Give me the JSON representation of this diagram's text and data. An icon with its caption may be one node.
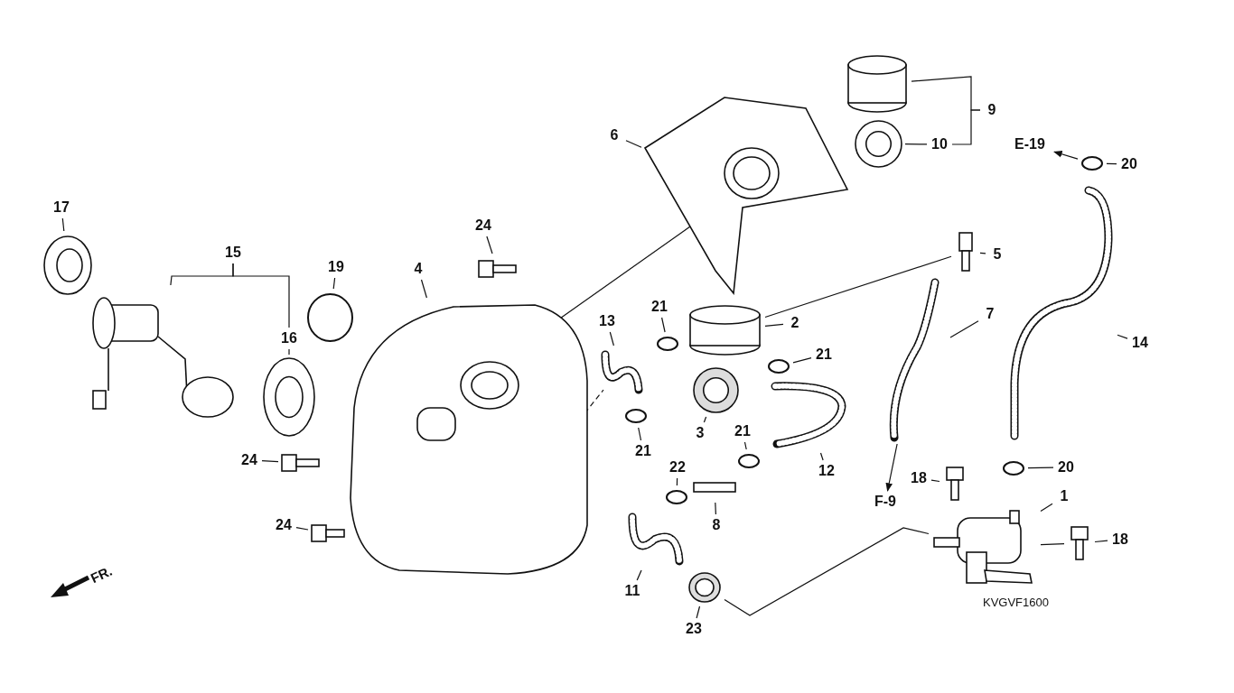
{
  "diagram": {
    "nodes": [
      {
        "text": [
          "17"
        ]
      },
      {
        "text": [],
        "shape": "picture"
      },
      {
        "text": [
          "15"
        ]
      },
      {
        "text": [],
        "shape": "picture"
      },
      {
        "text": [
          "16"
        ]
      },
      {
        "text": [],
        "shape": "picture"
      },
      {
        "text": [
          "19"
        ]
      },
      {
        "text": [],
        "shape": "circle"
      },
      {
        "text": [
          "24"
        ]
      },
      {
        "text": [],
        "shape": "picture"
      },
      {
        "text": [
          "4"
        ]
      },
      {
        "text": [],
        "shape": "picture"
      },
      {
        "text": [
          "24"
        ]
      },
      {
        "text": [],
        "shape": "picture"
      },
      {
        "text": [
          "24"
        ]
      },
      {
        "text": [],
        "shape": "picture"
      },
      {
        "text": [
          "6"
        ]
      },
      {
        "text": [],
        "shape": "picture"
      },
      {
        "text": [
          "9"
        ]
      },
      {
        "text": [],
        "shape": "cylinder"
      },
      {
        "text": [
          "10"
        ]
      },
      {
        "text": [],
        "shape": "picture"
      },
      {
        "text": [
          "5"
        ]
      },
      {
        "text": [],
        "shape": "picture"
      },
      {
        "text": [
          "7"
        ]
      },
      {
        "text": [],
        "shape": "picture"
      },
      {
        "text": [
          "F-9"
        ]
      },
      {
        "text": [
          "2"
        ]
      },
      {
        "text": [],
        "shape": "cylinder"
      },
      {
        "text": [
          "21"
        ]
      },
      {
        "text": [],
        "shape": "circle"
      },
      {
        "text": [
          "21"
        ]
      },
      {
        "text": [],
        "shape": "circle"
      },
      {
        "text": [
          "13"
        ]
      },
      {
        "text": [],
        "shape": "picture"
      },
      {
        "text": [
          "3"
        ]
      },
      {
        "text": [],
        "shape": "picture"
      },
      {
        "text": [
          "21"
        ]
      },
      {
        "text": [],
        "shape": "circle"
      },
      {
        "text": [
          "21"
        ]
      },
      {
        "text": [],
        "shape": "circle"
      },
      {
        "text": [
          "12"
        ]
      },
      {
        "text": [],
        "shape": "picture"
      },
      {
        "text": [
          "22"
        ]
      },
      {
        "text": [],
        "shape": "circle"
      },
      {
        "text": [
          "8"
        ]
      },
      {
        "text": [],
        "shape": "bar"
      },
      {
        "text": [
          "11"
        ]
      },
      {
        "text": [],
        "shape": "picture"
      },
      {
        "text": [
          "23"
        ]
      },
      {
        "text": [],
        "shape": "picture"
      },
      {
        "text": [
          "E-19"
        ]
      },
      {
        "text": [
          "20"
        ]
      },
      {
        "text": [],
        "shape": "circle"
      },
      {
        "text": [
          "14"
        ]
      },
      {
        "text": [],
        "shape": "picture"
      },
      {
        "text": [
          "20"
        ]
      },
      {
        "text": [],
        "shape": "circle"
      },
      {
        "text": [
          "18"
        ]
      },
      {
        "text": [],
        "shape": "picture"
      },
      {
        "text": [
          "1"
        ]
      },
      {
        "text": [],
        "shape": "picture"
      },
      {
        "text": [
          "18"
        ]
      },
      {
        "text": [],
        "shape": "picture"
      }
    ],
    "edges": [
      {
        "from": 0,
        "to": 1,
        "arrow": "none"
      },
      {
        "from": 2,
        "to": 3,
        "arrow": "none"
      },
      {
        "from": 2,
        "to": 4,
        "arrow": "none"
      },
      {
        "from": 4,
        "to": 5,
        "arrow": "none"
      },
      {
        "from": 6,
        "to": 7,
        "arrow": "none"
      },
      {
        "from": 8,
        "to": 9,
        "arrow": "none"
      },
      {
        "from": 10,
        "to": 11,
        "arrow": "none"
      },
      {
        "from": 12,
        "to": 13,
        "arrow": "none"
      },
      {
        "from": 14,
        "to": 15,
        "arrow": "none"
      },
      {
        "from": 16,
        "to": 17,
        "arrow": "none"
      },
      {
        "from": 18,
        "to": 19,
        "arrow": "none"
      },
      {
        "from": 18,
        "to": 20,
        "arrow": "none"
      },
      {
        "from": 20,
        "to": 21,
        "arrow": "none"
      },
      {
        "from": 22,
        "to": 23,
        "arrow": "none"
      },
      {
        "from": 24,
        "to": 25,
        "arrow": "none"
      },
      {
        "from": 25,
        "to": 26,
        "arrow": "to"
      },
      {
        "from": 27,
        "to": 28,
        "arrow": "none"
      },
      {
        "from": 29,
        "to": 30,
        "arrow": "none"
      },
      {
        "from": 31,
        "to": 32,
        "arrow": "none"
      },
      {
        "from": 33,
        "to": 34,
        "arrow": "none"
      },
      {
        "from": 35,
        "to": 36,
        "arrow": "none"
      },
      {
        "from": 37,
        "to": 38,
        "arrow": "none"
      },
      {
        "from": 39,
        "to": 40,
        "arrow": "none"
      },
      {
        "from": 41,
        "to": 42,
        "arrow": "none"
      },
      {
        "from": 43,
        "to": 44,
        "arrow": "none"
      },
      {
        "from": 45,
        "to": 46,
        "arrow": "none"
      },
      {
        "from": 47,
        "to": 48,
        "arrow": "none"
      },
      {
        "from": 49,
        "to": 50,
        "arrow": "none"
      },
      {
        "from": 53,
        "to": 51,
        "arrow": "to"
      },
      {
        "from": 52,
        "to": 53,
        "arrow": "none"
      },
      {
        "from": 54,
        "to": 55,
        "arrow": "none"
      },
      {
        "from": 56,
        "to": 57,
        "arrow": "none"
      },
      {
        "from": 58,
        "to": 59,
        "arrow": "none"
      },
      {
        "from": 60,
        "to": 61,
        "arrow": "none"
      },
      {
        "from": 62,
        "to": 63,
        "arrow": "none"
      },
      {
        "from": 11,
        "to": 17,
        "arrow": "none"
      },
      {
        "from": 23,
        "to": 28,
        "arrow": "none"
      },
      {
        "from": 11,
        "to": 34,
        "arrow": "none",
        "style": "dashed"
      },
      {
        "from": 50,
        "to": 61,
        "arrow": "none"
      },
      {
        "from": 61,
        "to": 63,
        "arrow": "none"
      }
    ],
    "labels": [
      "FR.",
      "KVGVF1600"
    ]
  }
}
